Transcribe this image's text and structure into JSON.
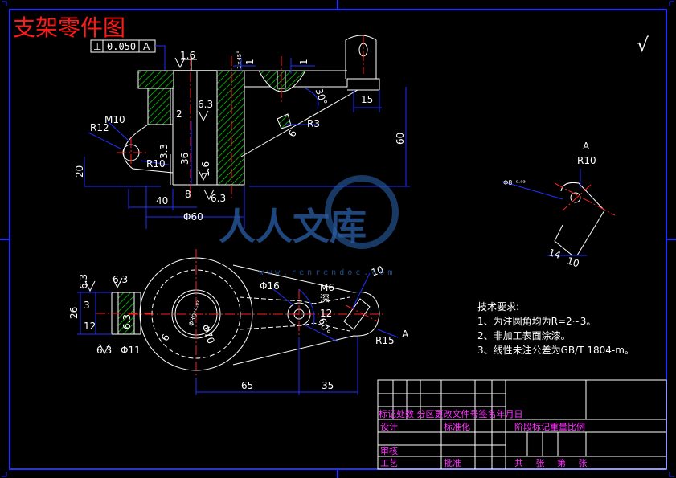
{
  "title": "支架零件图",
  "tolerance_frame": {
    "symbol": "⊥",
    "value": "0.050",
    "datum": "A"
  },
  "top_view_labels": {
    "rough_1_6_top": "1.6",
    "rough_6_3_mid": "6.3",
    "rough_1_6_side": "1.6",
    "rough_6_3_bottom": "6.3",
    "chamfer": "1×45°",
    "one_a": "1",
    "one_b": "1",
    "angle_30": "30°",
    "dim_15": "15",
    "dim_2": "2",
    "r3": "R3",
    "six": "6",
    "m10": "M10",
    "r12": "R12",
    "r10": "R10",
    "dim_3_3": "3.3",
    "dim_20": "20",
    "dim_36": "36",
    "dim_8": "8",
    "dim_40": "40",
    "dim_60_h": "60",
    "phi_60": "Φ60"
  },
  "right_view_labels": {
    "a": "A",
    "r10": "R10",
    "phi": "Φ8⁺⁰·⁰³",
    "dim_14": "14",
    "dim_10": "10"
  },
  "bottom_view_labels": {
    "rough_6_3_a": "6.3",
    "rough_6_3_b": "6.3",
    "rough_6_3_c": "6.3",
    "rough_6_3_d": "6.3",
    "dim_26": "26",
    "dim_3": "3",
    "dim_12_left": "12",
    "phi_11": "Φ11",
    "phi_16": "Φ16",
    "m6": "M6",
    "deep": "深",
    "dim_12_right": "12",
    "angle_60": "60°",
    "dim_10": "10",
    "r15": "R15",
    "a": "A",
    "bore": "Φ30⁺⁰·⁰³",
    "r6": "6",
    "phi70": "Φ70",
    "dim_65": "65",
    "dim_35": "35"
  },
  "tech_requirements": {
    "heading": "技术要求:",
    "items": [
      "1、为注圆角均为R=2~3。",
      "2、非加工表面涂漆。",
      "3、线性未注公差为GB/T 1804-m。"
    ]
  },
  "title_block": {
    "row1": "标记处数 分区更改文件号签名年月日",
    "design": "设计",
    "standard": "标准化",
    "stage": "阶段标记重量比例",
    "review": "审核",
    "process": "工艺",
    "approve": "批准",
    "sheets": "共 张 第 张"
  },
  "watermark": {
    "main": "人人文库",
    "url": "www.renrendoc.com"
  },
  "check_mark": "√",
  "colors": {
    "background": "#000000",
    "outline": "#ffffff",
    "dimension": "#2030ff",
    "centerline": "#ff2020",
    "hatch": "#00c800",
    "title": "#ff1a1a",
    "title_block_text": "#ff30ff"
  }
}
